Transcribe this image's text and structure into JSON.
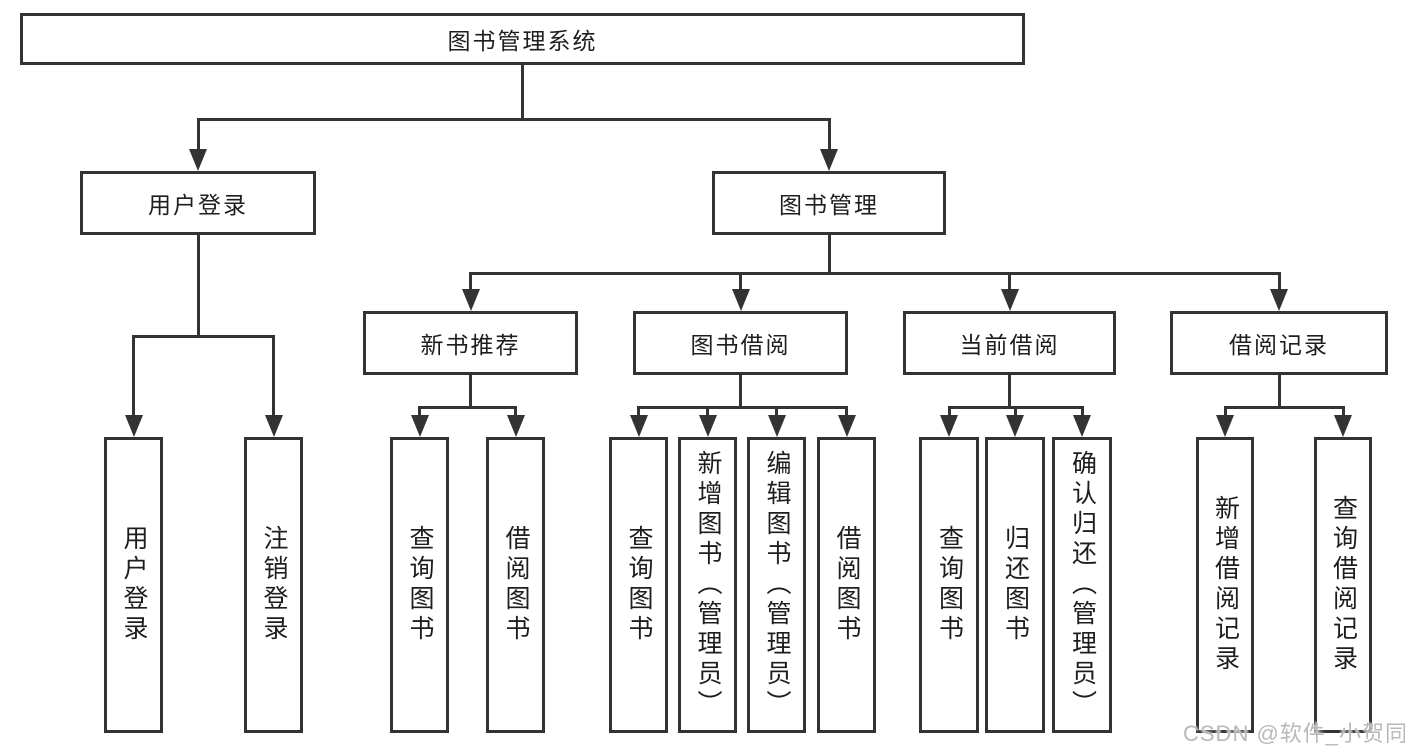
{
  "diagram": {
    "root": {
      "label": "图书管理系统"
    },
    "level2": [
      {
        "label": "用户登录"
      },
      {
        "label": "图书管理"
      }
    ],
    "level3": [
      {
        "label": "新书推荐"
      },
      {
        "label": "图书借阅"
      },
      {
        "label": "当前借阅"
      },
      {
        "label": "借阅记录"
      }
    ],
    "leaves": {
      "user_login": [
        "用户登录",
        "注销登录"
      ],
      "new_book": [
        "查询图书",
        "借阅图书"
      ],
      "book_borrow": [
        "查询图书",
        "新增图书（管理员）",
        "编辑图书（管理员）",
        "借阅图书"
      ],
      "current_borrow": [
        "查询图书",
        "归还图书",
        "确认归还（管理员）"
      ],
      "borrow_records": [
        "新增借阅记录",
        "查询借阅记录"
      ]
    }
  },
  "watermark": "CSDN @软件_小贺同学",
  "colors": {
    "line": "#333333",
    "text": "#1e1e1e",
    "watermark": "#b9b9b9",
    "background": "#ffffff"
  }
}
